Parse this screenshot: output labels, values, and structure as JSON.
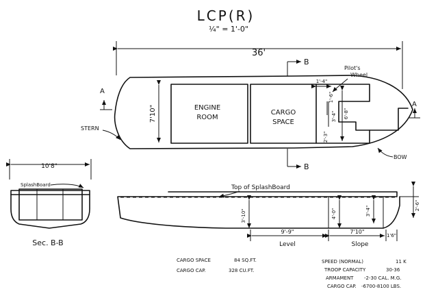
{
  "title": "LCP(R)",
  "scale": "¼\" = 1'-0\"",
  "plan": {
    "overall_length": "36'",
    "section_marker": "A",
    "section_marker_right": "A",
    "cut_top": "B",
    "cut_bottom": "B",
    "beam": "7'10\"",
    "engine_room_line1": "ENGINE",
    "engine_room_line2": "ROOM",
    "cargo_space_line1": "CARGO",
    "cargo_space_line2": "SPACE",
    "pilots_wheel_line1": "Pilot's",
    "pilots_wheel_line2": "Wheel",
    "stern": "STERN",
    "bow": "BOW",
    "dim_1_4": "1'-4\"",
    "dim_1_6": "1'-6\"",
    "dim_3_4": "3'-4\"",
    "dim_2_3": "2'-3\"",
    "dim_6_8": "6'-8\""
  },
  "section": {
    "width": "10'8\"",
    "splash_board": "SplashBoard",
    "label": "Sec. B-B"
  },
  "elevation": {
    "top_of_splashboard": "Top of SplashBoard",
    "dim_level": "9'-9\"",
    "label_level": "Level",
    "dim_slope": "7'10\"",
    "label_slope": "Slope",
    "dim_end": "1'6\"",
    "height_left": "3'-10\"",
    "height_mid": "4'-0\"",
    "height_right": "3'-4\"",
    "height_bow": "2'-6\""
  },
  "notes_left": [
    {
      "label": "CARGO SPACE",
      "value": "84 SQ.FT."
    },
    {
      "label": "CARGO CAP.",
      "value": "328 CU.FT."
    }
  ],
  "notes_right": [
    {
      "label": "SPEED (NORMAL)",
      "value": "11 K"
    },
    {
      "label": "TROOP CAPACITY",
      "value": "30-36"
    },
    {
      "label": "ARMAMENT",
      "value": "-2-30 CAL. M.G."
    },
    {
      "label": "CARGO CAP.",
      "value": "-6700-8100 LBS."
    }
  ]
}
